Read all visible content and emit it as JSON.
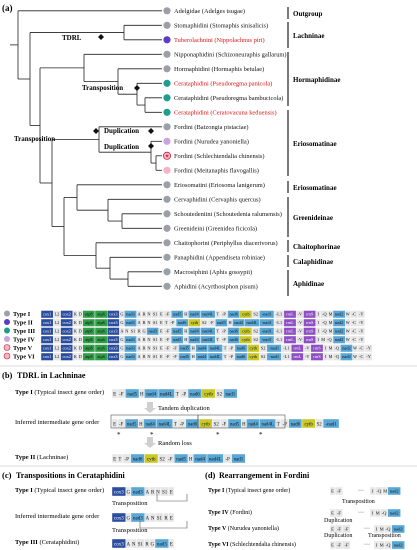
{
  "panels": {
    "a": "(a)",
    "b": "(b)",
    "c": "(c)",
    "d": "(d)"
  },
  "taxa": [
    {
      "label": "Adelgidae (Adelges tsugae)",
      "red": false,
      "color": "#9aa0a6"
    },
    {
      "label": "Stomaphidini (Stomaphis sinisalicis)",
      "red": false,
      "color": "#9aa0a6"
    },
    {
      "label": "Tuberolachnini (Nippolachnus piri)",
      "red": true,
      "color": "#5b3cc4"
    },
    {
      "label": "Nipponaphidini (Schizoneuraphis gallarum)",
      "red": false,
      "color": "#9aa0a6"
    },
    {
      "label": "Hormaphidini (Hormaphis betulae)",
      "red": false,
      "color": "#9aa0a6"
    },
    {
      "label": "Cerataphidini (Pseudoregma panicola)",
      "red": true,
      "color": "#1e9e8e"
    },
    {
      "label": "Cerataphidini (Pseudoregma bambucicola)",
      "red": false,
      "color": "#1e9e8e"
    },
    {
      "label": "Cerataphidini (Ceratovacuna keduensis)",
      "red": true,
      "color": "#1e9e8e"
    },
    {
      "label": "Fordini (Baizongia pistaciae)",
      "red": false,
      "color": "#9aa0a6"
    },
    {
      "label": "Fordini (Nurudea yanoniella)",
      "red": false,
      "color": "#c9a4e0"
    },
    {
      "label": "Fordini (Schlechtendalia chinensis)",
      "red": false,
      "color": "#f4b4c8"
    },
    {
      "label": "Fordini (Meitanaphis flavogallis)",
      "red": false,
      "color": "#f4b4c8"
    },
    {
      "label": "Eriosomatini (Eriosoma lanigerum)",
      "red": false,
      "color": "#9aa0a6"
    },
    {
      "label": "Cervaphidini (Cervaphis quercus)",
      "red": false,
      "color": "#9aa0a6"
    },
    {
      "label": "Schoutedeniini (Schoutedenia ralumensis)",
      "red": false,
      "color": "#9aa0a6"
    },
    {
      "label": "Greenideini (Greenidea ficicola)",
      "red": false,
      "color": "#9aa0a6"
    },
    {
      "label": "Chaitophorini (Periphyllus diacerivorus)",
      "red": false,
      "color": "#9aa0a6"
    },
    {
      "label": "Panaphidini (Appendiseta robiniae)",
      "red": false,
      "color": "#9aa0a6"
    },
    {
      "label": "Macrosiphini (Aphis gossypii)",
      "red": false,
      "color": "#9aa0a6"
    },
    {
      "label": "Aphidini (Acyrthosiphon pisum)",
      "red": false,
      "color": "#9aa0a6"
    }
  ],
  "groups": [
    "Outgroup",
    "Lachninae",
    "Hormaphidinae",
    "Eriosomatinae",
    "Eriosomatinae",
    "Greenideinae",
    "Chaitophorinae",
    "Calaphidinae",
    "Aphidinae"
  ],
  "events": {
    "tdrl": "TDRL",
    "transposition1": "Transposition",
    "transposition2": "Transposition",
    "duplication1": "Duplication",
    "duplication2": "Duplication"
  },
  "types": [
    {
      "label": "Type I",
      "color": "#9aa0a6"
    },
    {
      "label": "Type II",
      "color": "#5b3cc4"
    },
    {
      "label": "Type III",
      "color": "#1e9e8e"
    },
    {
      "label": "Type IV",
      "color": "#c9a4e0"
    },
    {
      "label": "Type V",
      "color": "#f4b4c8"
    },
    {
      "label": "Type VI",
      "color": "#f4b4c8"
    }
  ],
  "gene_rows": [
    "cox1 L2 cox2 K D atp8 atp6 cox3 G nad3 A R N S1 E -F nad5 H nad4 nad4L T -P nad6 cytb S2 -nad1 -L1 rrnL -V rrnS I -Q M nad2 W -C -Y",
    "cox1 L2 cox2 K D atp8 atp6 cox3 G nad3 A R N S1 E T -P nad6 cytb S2 -F nad5 H nad4 nad4L -nad1 -L1 rrnL -V rrnS I -Q M nad2 W -C -Y",
    "cox1 L2 cox2 K D atp8 atp6 cox3 A N S1 R G nad3 E -F nad5 H nad4 nad4L T -P nad6 cytb S2 -nad1 -L1 rrnL -V rrnS I -Q M nad2 W -C -Y",
    "cox1 L2 cox2 K D atp8 atp6 cox3 G nad3 A R N S1 E -F nad5 H nad4 nad4L T -P nad6 cytb S2 -nad1 -L1 rrnL -V rrnS I M -Q nad2 W -C -Y",
    "cox1 L2 cox2 K D atp8 atp6 cox3 G nad3 A R N S1 E -F -F nad5 H nad4 nad4L T -P nad6 cytb S2 -nad1 -L1 rrnL -V rrnS I M -Q nad2 W -C -Y",
    "cox1 L2 cox2 K D atp8 atp6 cox3 G nad3 A R N S1 E -F -F nad5 H nad4 nad4L T -P nad6 cytb S2 -nad1 -L1 rrnL -V rrnS I M -Q nad2 W -C -Y"
  ],
  "panel_b": {
    "title": "TDRL in Lachninae",
    "type1_label": "Type I",
    "type1_sub": "(Typical insect gene order)",
    "type1_genes": "E -F nad5 H nad4 nad4L T -P nad6 cytb S2 nad1",
    "tandem": "Tandem duplication",
    "inferred": "Inferred intermediate gene order",
    "inferred_genes": "E -F nad5 H nad4 nad4L T -P nad6 cytb S2 -F nad5 H nad4 nad4L T -P nad6 cytb S2 -nad1",
    "random_loss": "Random loss",
    "type2_label": "Type II",
    "type2_sub": "(Lachninae)",
    "type2_genes": "E T -P nad6 cytb S2 -F nad5 H nad4 nad4L -P nad1"
  },
  "panel_c": {
    "title": "Transpositions in Cerataphidini",
    "type1_label": "Type I",
    "type1_sub": "(Typical insect gene order)",
    "genes1": "cox3 G nad3 A R N S1 E",
    "transposition_a": "Transposition",
    "inferred": "Inferred intermediate gene order",
    "genes2": "cox3 G nad3 A N S1 R E",
    "transposition_b": "Transposition",
    "type3_label": "Type III",
    "type3_sub": "(Cerataphidini)",
    "genes3": "cox3 A N S1 R G nad3 E"
  },
  "panel_d": {
    "title": "Rearrangement in Fordini",
    "type1_label": "Type I",
    "type1_sub": "(Typical insect gene order)",
    "genes_t1a": "E -F",
    "genes_t1b": "I -Q M nad2",
    "transposition_a": "Transposition",
    "type4_label": "Type IV",
    "type4_sub": "(Fordini)",
    "genes_t4a": "E -F",
    "genes_t4b": "I M -Q nad2",
    "duplication_a": "Duplication",
    "type5_label": "Type V",
    "type5_sub": "(Nurudea yanoniella)",
    "genes_t5a": "E -F -F",
    "genes_t5b": "I M -Q nad2",
    "duplication_b": "Duplication",
    "transposition_b": "Transposition",
    "type6_label": "Type VI",
    "type6_sub": "(Schlechtendalia chinensis)",
    "genes_t6a": "E -F -F",
    "genes_t6b": "I M -Q nad2",
    "ellipsis": "···"
  }
}
